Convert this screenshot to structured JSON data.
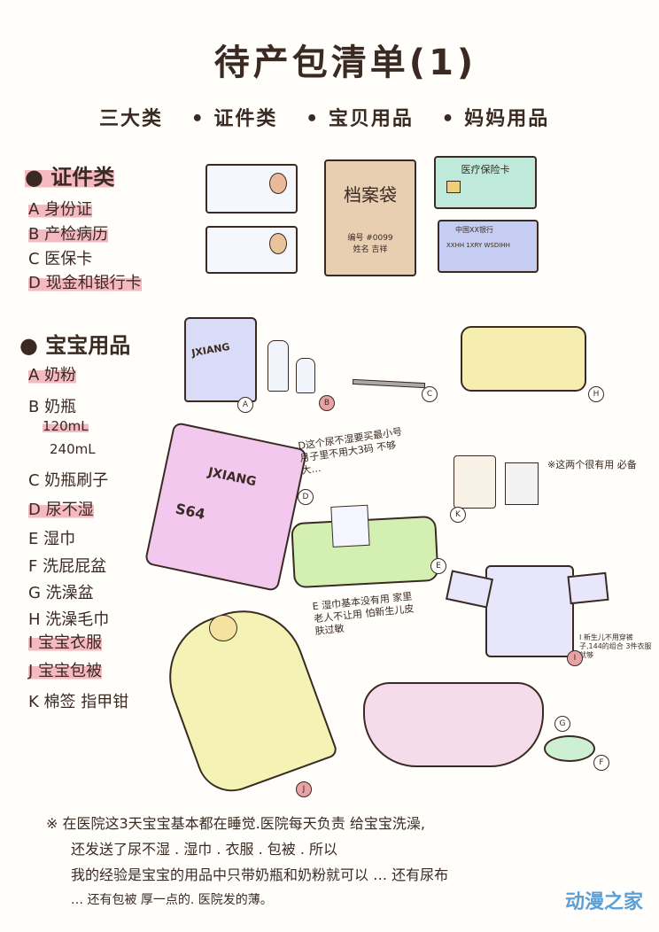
{
  "title": "待产包清单(1)",
  "subtitle": {
    "lead": "三大类",
    "categories": [
      "• 证件类",
      "• 宝贝用品",
      "• 妈妈用品"
    ]
  },
  "documents": {
    "heading": "● 证件类",
    "items": [
      "A 身份证",
      "B 产检病历",
      "C 医保卡",
      "D 现金和银行卡"
    ],
    "envelope_label": "档案袋",
    "envelope_lines": [
      "编号 #0099",
      "姓名 吉祥"
    ],
    "medical_card_title": "医疗保险卡",
    "bank_card_text": "中国XX银行",
    "bank_card_number": "XXHH 1XRY WSDIHH"
  },
  "baby": {
    "heading": "● 宝宝用品",
    "items": [
      "A 奶粉",
      "B 奶瓶",
      "120mL",
      "240mL",
      "C 奶瓶刷子",
      "D 尿不湿",
      "E 湿巾",
      "F 洗屁屁盆",
      "G 洗澡盆",
      "H 洗澡毛巾",
      "I 宝宝衣服",
      "J 宝宝包被",
      "K 棉签 指甲钳"
    ],
    "formula_brand": "JXIANG",
    "diaper_brand": "JXIANG",
    "diaper_size": "S64",
    "tags": [
      "A",
      "B",
      "C",
      "D",
      "E",
      "F",
      "G",
      "H",
      "I",
      "J",
      "K"
    ]
  },
  "notes": {
    "d": "D这个尿不湿要买最小号 月子里不用大3码 不够大…",
    "e": "E 湿巾基本没有用 家里老人不让用 怕新生儿皮肤过敏",
    "k": "※这两个很有用 必备",
    "i": "I 新生儿不用穿裤子,144的组合 3件衣服就够"
  },
  "footer": {
    "lines": [
      "※ 在医院这3天宝宝基本都在睡觉.医院每天负责 给宝宝洗澡,",
      "还发送了尿不湿 . 湿巾 . 衣服 . 包被 . 所以",
      "我的经验是宝宝的用品中只带奶瓶和奶粉就可以 … 还有尿布",
      "… 还有包被 厚一点的. 医院发的薄。"
    ]
  },
  "watermark": "动漫之家",
  "colors": {
    "highlight": "#f5b9c2",
    "ink": "#3a2a22"
  }
}
